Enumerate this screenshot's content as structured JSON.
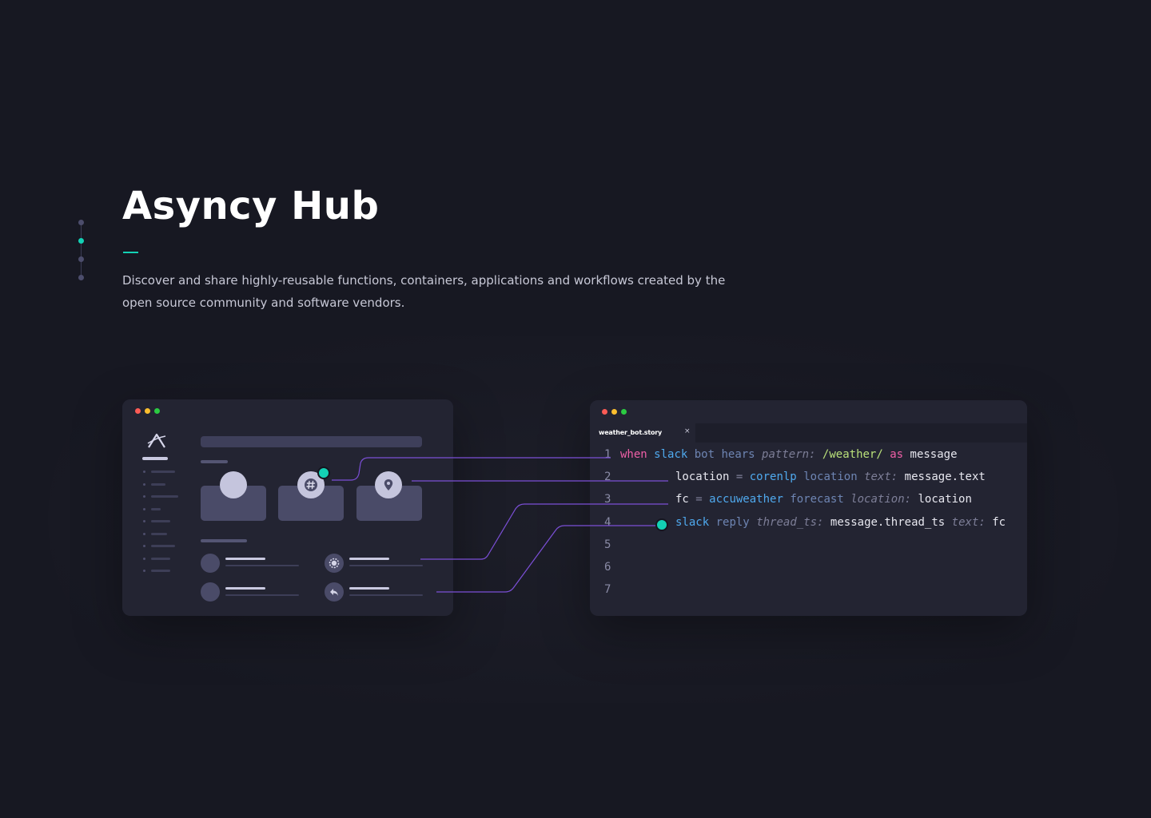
{
  "page": {
    "title": "Asyncy Hub",
    "description": "Discover and share highly-reusable functions, containers, applications and workflows created by the open source community and software vendors."
  },
  "colors": {
    "background": "#171822",
    "accent": "#13d1b5",
    "wire": "#7b4fd6",
    "window_bg": "#232432"
  },
  "hub_window": {
    "icons": [
      "traffic-light-red",
      "traffic-light-yellow",
      "traffic-light-green",
      "asyncy-logo-icon",
      "slack-icon",
      "location-pin-icon",
      "gear-icon",
      "reply-icon"
    ]
  },
  "editor": {
    "tab_label": "weather_bot.story",
    "tab_close": "×",
    "line_numbers": [
      "1",
      "2",
      "3",
      "4",
      "5",
      "6",
      "7"
    ],
    "lines": [
      [
        {
          "t": "when",
          "c": "k-when"
        },
        {
          "t": " ",
          "c": ""
        },
        {
          "t": "slack",
          "c": "k-svc"
        },
        {
          "t": " ",
          "c": ""
        },
        {
          "t": "bot hears",
          "c": "k-cmd"
        },
        {
          "t": " ",
          "c": ""
        },
        {
          "t": "pattern:",
          "c": "k-arg"
        },
        {
          "t": " ",
          "c": ""
        },
        {
          "t": "/weather/",
          "c": "k-re"
        },
        {
          "t": " ",
          "c": ""
        },
        {
          "t": "as",
          "c": "k-as"
        },
        {
          "t": " ",
          "c": ""
        },
        {
          "t": "message",
          "c": "k-var"
        }
      ],
      [
        {
          "t": "location",
          "c": "k-var"
        },
        {
          "t": " = ",
          "c": "k-op"
        },
        {
          "t": "corenlp",
          "c": "k-svc"
        },
        {
          "t": " ",
          "c": ""
        },
        {
          "t": "location",
          "c": "k-cmd"
        },
        {
          "t": " ",
          "c": ""
        },
        {
          "t": "text:",
          "c": "k-arg"
        },
        {
          "t": " ",
          "c": ""
        },
        {
          "t": "message.text",
          "c": "k-var"
        }
      ],
      [
        {
          "t": "fc",
          "c": "k-var"
        },
        {
          "t": " = ",
          "c": "k-op"
        },
        {
          "t": "accuweather",
          "c": "k-svc"
        },
        {
          "t": " ",
          "c": ""
        },
        {
          "t": "forecast",
          "c": "k-cmd"
        },
        {
          "t": " ",
          "c": ""
        },
        {
          "t": "location:",
          "c": "k-arg"
        },
        {
          "t": " ",
          "c": ""
        },
        {
          "t": "location",
          "c": "k-var"
        }
      ],
      [
        {
          "t": "slack",
          "c": "k-svc"
        },
        {
          "t": " ",
          "c": ""
        },
        {
          "t": "reply",
          "c": "k-cmd"
        },
        {
          "t": " ",
          "c": ""
        },
        {
          "t": "thread_ts:",
          "c": "k-arg"
        },
        {
          "t": " ",
          "c": ""
        },
        {
          "t": "message.thread_ts",
          "c": "k-var"
        },
        {
          "t": " ",
          "c": ""
        },
        {
          "t": "text:",
          "c": "k-arg"
        },
        {
          "t": " ",
          "c": ""
        },
        {
          "t": "fc",
          "c": "k-var"
        }
      ]
    ]
  }
}
